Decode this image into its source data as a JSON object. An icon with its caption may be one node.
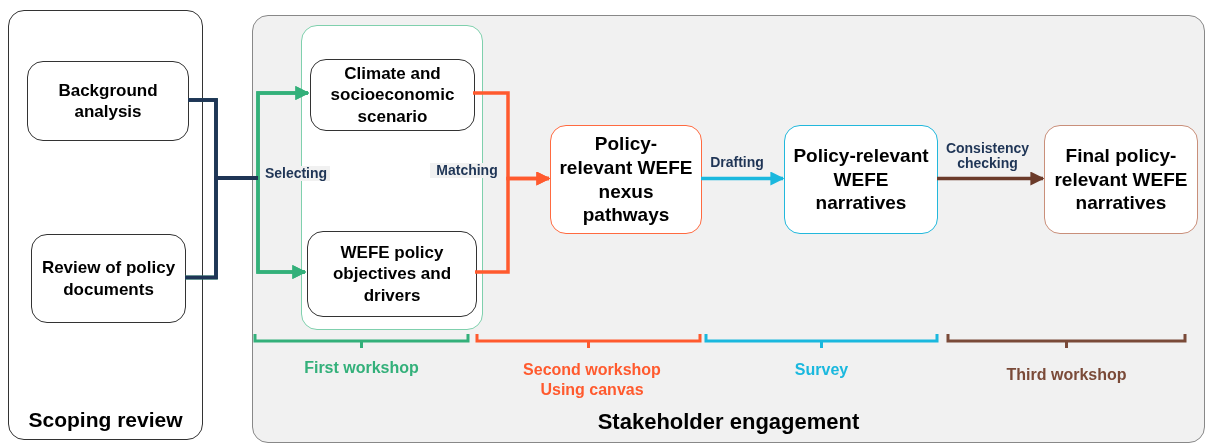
{
  "diagram": {
    "nodes": [
      {
        "text": [
          "Scoping review"
        ]
      },
      {
        "text": [
          "Background analysis"
        ],
        "in": 0
      },
      {
        "text": [
          "Review of policy documents"
        ],
        "in": 0
      },
      {
        "text": [
          "Stakeholder engagement"
        ]
      },
      {
        "text": [],
        "shape": "box",
        "in": 3
      },
      {
        "text": [
          "Climate and socioeconomic scenario"
        ],
        "in": 4
      },
      {
        "text": [
          "WEFE policy objectives and drivers"
        ],
        "in": 4
      },
      {
        "text": [
          "Policy-relevant WEFE nexus pathways"
        ],
        "in": 3
      },
      {
        "text": [
          "Policy-relevant WEFE narratives"
        ],
        "in": 3
      },
      {
        "text": [
          "Final policy-relevant WEFE narratives"
        ],
        "in": 3
      }
    ],
    "edges": [
      {
        "from": 1,
        "to": 5,
        "arrow": "to",
        "label": "Selecting",
        "color": "#33b07a"
      },
      {
        "from": 1,
        "to": 6,
        "arrow": "to",
        "color": "#33b07a"
      },
      {
        "from": 2,
        "to": 5,
        "arrow": "to",
        "color": "#33b07a"
      },
      {
        "from": 2,
        "to": 6,
        "arrow": "to",
        "color": "#33b07a"
      },
      {
        "from": 5,
        "to": 7,
        "arrow": "to",
        "label": "Matching",
        "color": "#ff5a2e"
      },
      {
        "from": 6,
        "to": 7,
        "arrow": "to",
        "color": "#ff5a2e"
      },
      {
        "from": 7,
        "to": 8,
        "arrow": "to",
        "label": "Drafting",
        "color": "#1ab8de"
      },
      {
        "from": 8,
        "to": 9,
        "arrow": "to",
        "label": "Consistency checking",
        "color": "#6b3b2a"
      }
    ],
    "labels": [
      "First workshop",
      "Second workshop Using canvas",
      "Survey",
      "Third workshop"
    ]
  }
}
